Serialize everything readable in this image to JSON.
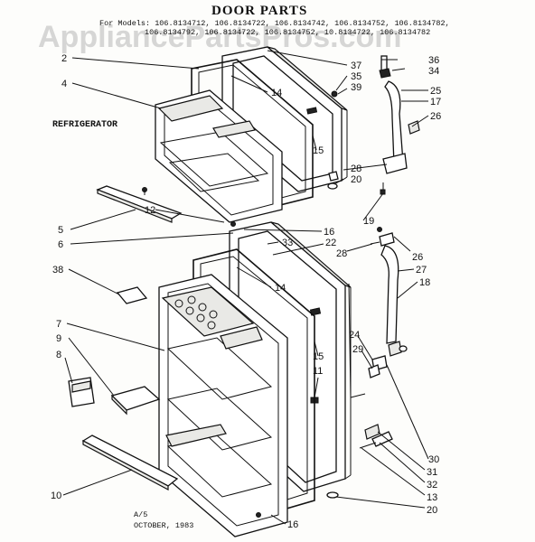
{
  "watermark": "AppliancePartsPros.com",
  "title": "DOOR PARTS",
  "models": {
    "line1": "For Models: 106.8134712, 106.8134722, 106.8134742, 106.8134752, 106.8134782,",
    "line2": "106.8134792, 106.8134722, 106.8134752, 10.8134722, 106.8134782"
  },
  "section_label": "REFRIGERATOR",
  "footer": {
    "code": "A/5",
    "date": "OCTOBER, 1983"
  },
  "callouts": {
    "c2": "2",
    "c4": "4",
    "c12": "12",
    "c5": "5",
    "c6": "6",
    "c38": "38",
    "c7": "7",
    "c9": "9",
    "c8": "8",
    "c10": "10",
    "c14a": "14",
    "c14b": "14",
    "c15a": "15",
    "c15b": "15",
    "c37": "37",
    "c35": "35",
    "c39": "39",
    "c36": "36",
    "c34": "34",
    "c25": "25",
    "c17": "17",
    "c26a": "26",
    "c28a": "28",
    "c20a": "20",
    "c19": "19",
    "c16a": "16",
    "c33": "33",
    "c22": "22",
    "c28b": "28",
    "c26b": "26",
    "c27": "27",
    "c18": "18",
    "c24": "24",
    "c29": "29",
    "c11": "11",
    "c16b": "16",
    "c30": "30",
    "c31": "31",
    "c32": "32",
    "c13": "13",
    "c20b": "20"
  },
  "icons": [
    "freezer-door-gasket",
    "freezer-door-liner",
    "fresh-food-door",
    "hinge",
    "door-handle",
    "shelf-rail",
    "egg-bin",
    "butter-bin"
  ]
}
